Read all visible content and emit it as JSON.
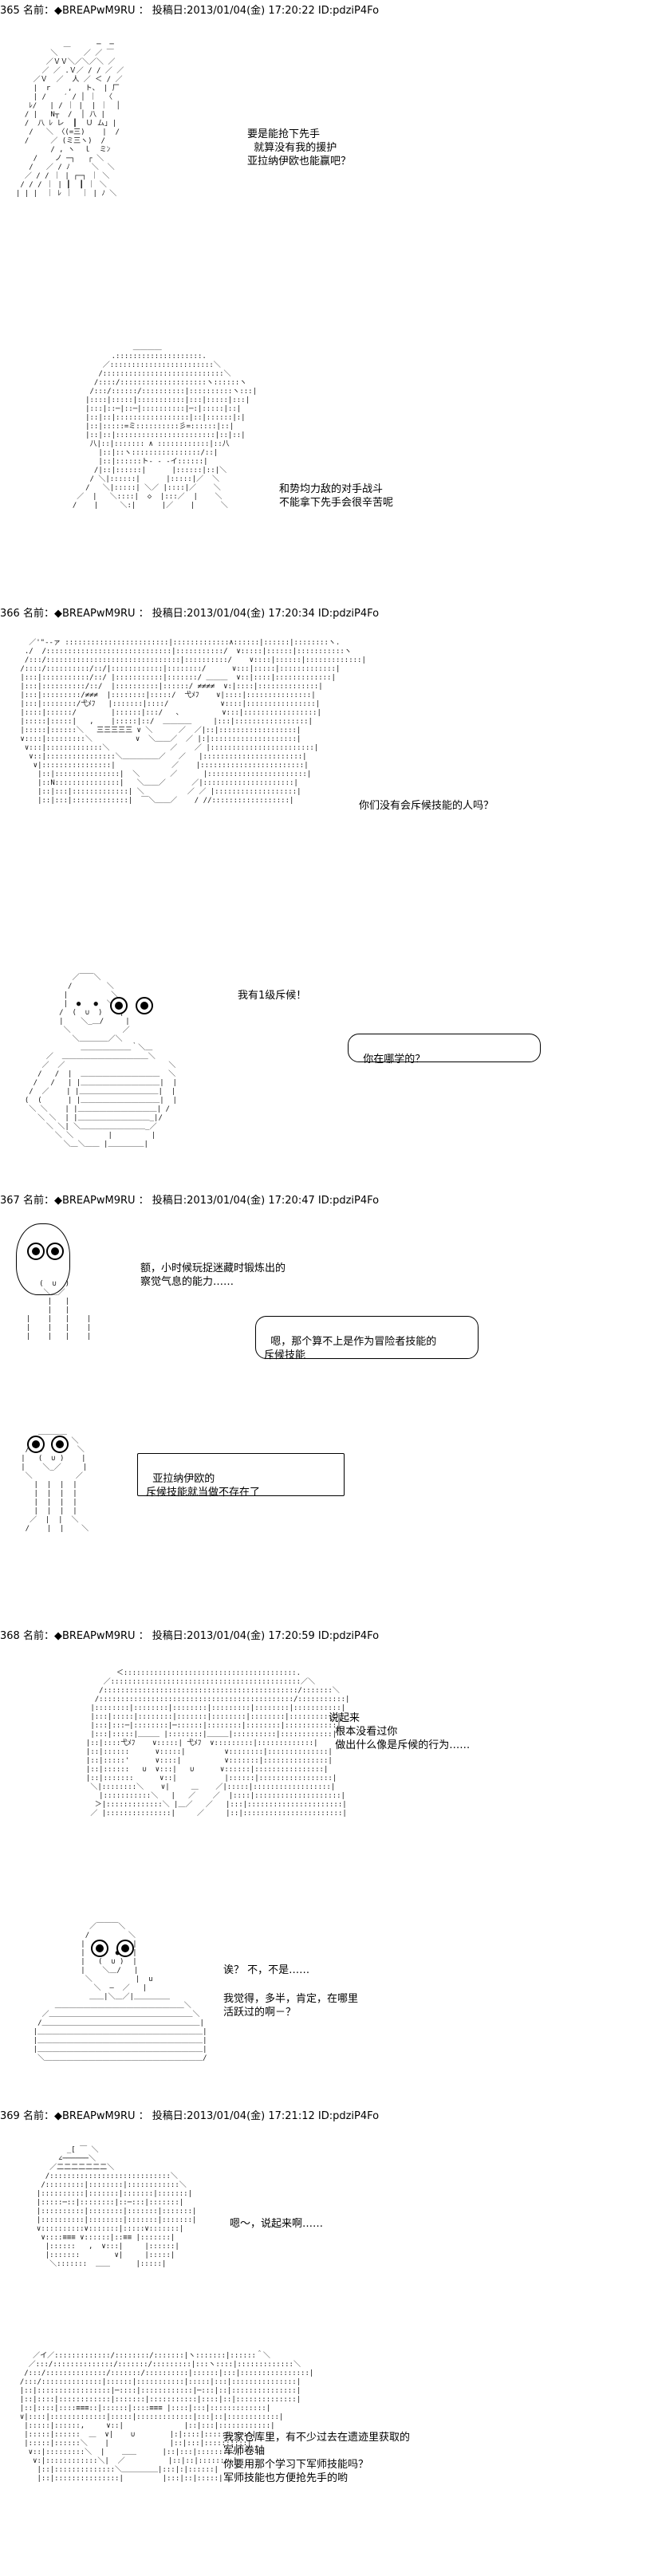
{
  "posts": [
    {
      "header": "365 名前：◆BREAPwM9RU ： 投稿日:2013/01/04(金) 17:20:22 ID:pdziP4Fo",
      "lines": [
        {
          "text": "要是能抢下先手\n  就算没有我的援护\n亚拉纳伊欧也能赢吧？"
        },
        {
          "text": "和势均力敌的对手战斗\n不能拿下先手会很辛苦呢"
        }
      ]
    },
    {
      "header": "366 名前：◆BREAPwM9RU ： 投稿日:2013/01/04(金) 17:20:34 ID:pdziP4Fo",
      "lines": [
        {
          "text": "你们没有会斥候技能的人吗？"
        },
        {
          "text": "我有1级斥候！"
        },
        {
          "text": "你在哪学的？"
        }
      ]
    },
    {
      "header": "367 名前：◆BREAPwM9RU ： 投稿日:2013/01/04(金) 17:20:47 ID:pdziP4Fo",
      "lines": [
        {
          "text": "额，小时候玩捉迷藏时锻炼出的\n察觉气息的能力……"
        },
        {
          "text": "嗯，那个算不上是作为冒险者技能的\n斥候技能"
        },
        {
          "text": "亚拉纳伊欧的\n斥候技能就当做不存在了"
        }
      ]
    },
    {
      "header": "368 名前：◆BREAPwM9RU ： 投稿日:2013/01/04(金) 17:20:59 ID:pdziP4Fo",
      "lines": [
        {
          "text": "说起来\n  根本没看过你\n  做出什么像是斥候的行为……"
        },
        {
          "text": "诶？ 不，不是……"
        },
        {
          "text": "我觉得，多半，肯定，在哪里\n活跃过的啊－？"
        }
      ]
    },
    {
      "header": "369 名前：◆BREAPwM9RU ： 投稿日:2013/01/04(金) 17:21:12 ID:pdziP4Fo",
      "lines": [
        {
          "text": "嗯～，说起来啊……"
        },
        {
          "text": "我家仓库里，有不少过去在遗迹里获取的\n军师卷轴\n你要用那个学习下军师技能吗？\n军师技能也方便抢先手的哟"
        }
      ]
    }
  ]
}
